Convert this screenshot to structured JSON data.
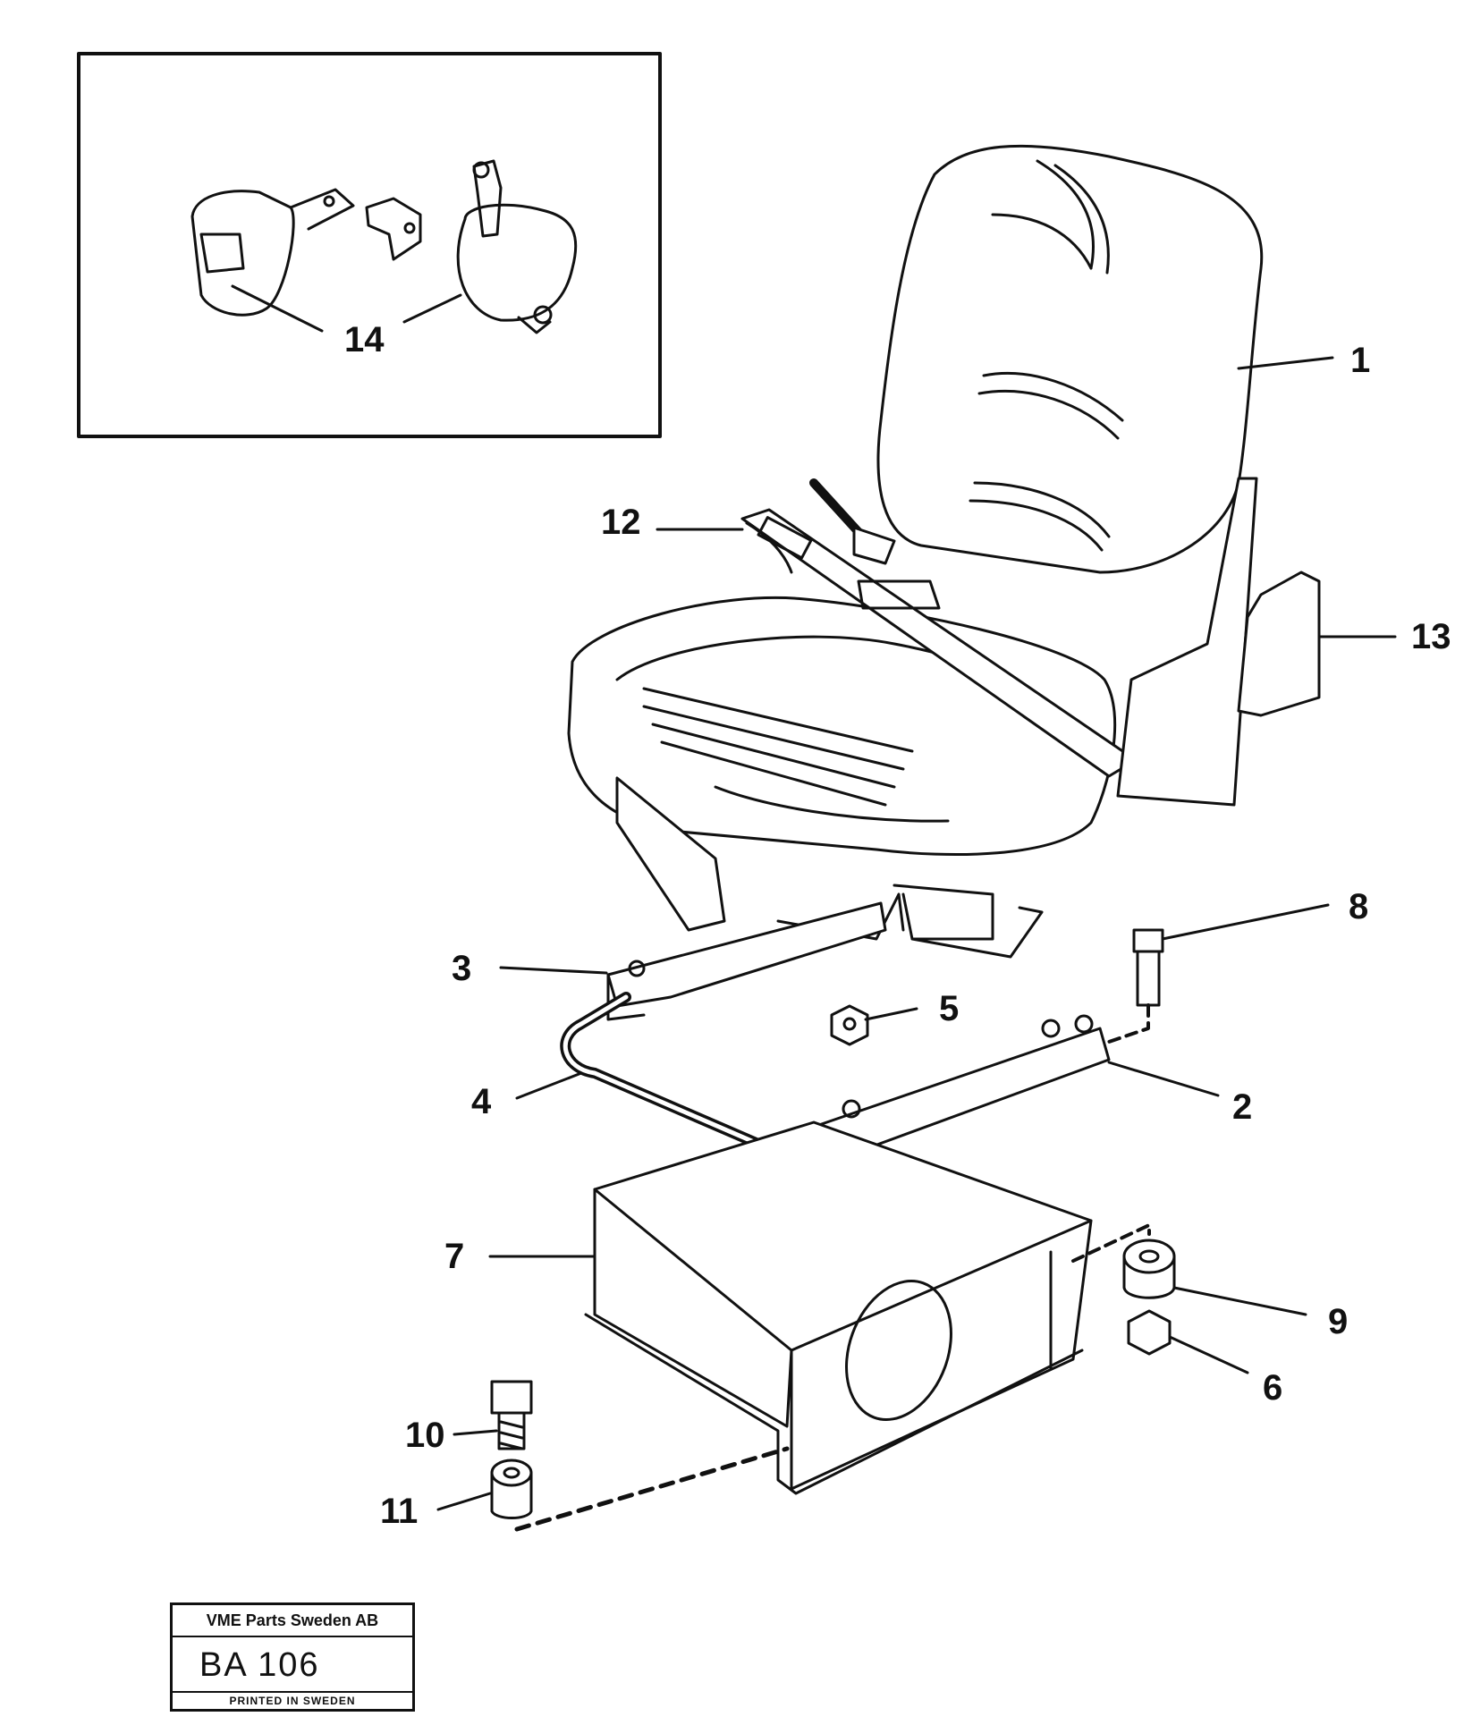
{
  "diagram": {
    "callouts": {
      "c1": "1",
      "c2": "2",
      "c3": "3",
      "c4": "4",
      "c5": "5",
      "c6": "6",
      "c7": "7",
      "c8": "8",
      "c9": "9",
      "c10": "10",
      "c11": "11",
      "c12": "12",
      "c13": "13",
      "c14": "14"
    }
  },
  "title_block": {
    "company": "VME Parts Sweden AB",
    "code": "BA  106",
    "printed": "PRINTED IN SWEDEN"
  }
}
